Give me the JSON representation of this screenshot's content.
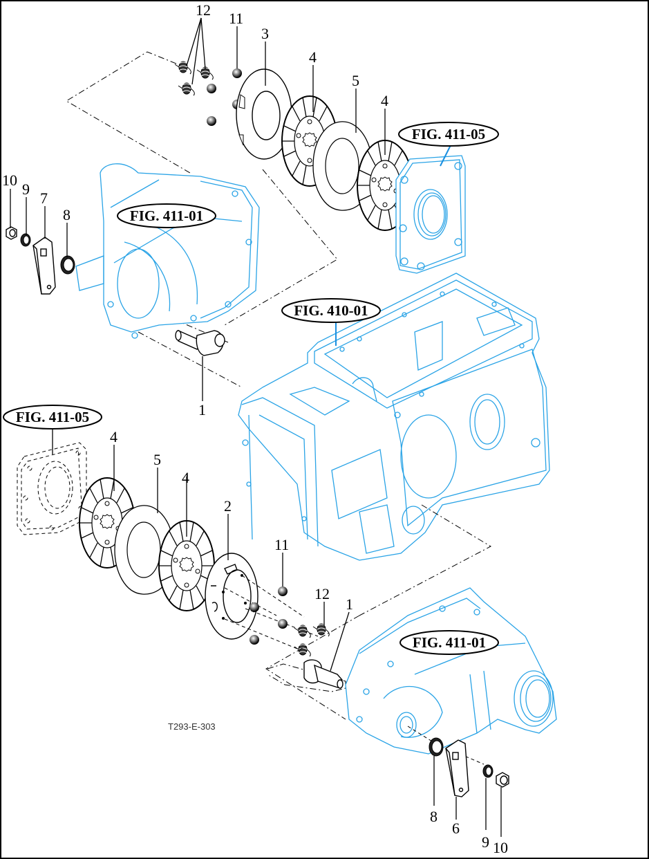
{
  "diagram": {
    "type": "exploded-parts-diagram",
    "drawing_code": "T293-E-303",
    "colors": {
      "reference_housing": "#29a3e6",
      "parts": "#000000",
      "background": "#ffffff"
    },
    "figure_refs": {
      "top_seal_cover": "FIG. 411-05",
      "top_housing": "FIG. 411-01",
      "transmission_case": "FIG. 410-01",
      "bottom_seal_cover": "FIG. 411-05",
      "bottom_housing": "FIG. 411-01"
    },
    "callouts_top": {
      "springs": "12",
      "balls": "11",
      "pressure_plate": "3",
      "disc_a": "4",
      "separator_plate": "5",
      "disc_b": "4",
      "nut": "10",
      "washer": "9",
      "lever": "7",
      "seal": "8",
      "camshaft": "1"
    },
    "callouts_bottom": {
      "disc_a": "4",
      "separator_plate": "5",
      "disc_b": "4",
      "pressure_plate": "2",
      "balls": "11",
      "springs": "12",
      "camshaft": "1",
      "seal": "8",
      "lever": "6",
      "washer": "9",
      "nut": "10"
    }
  }
}
